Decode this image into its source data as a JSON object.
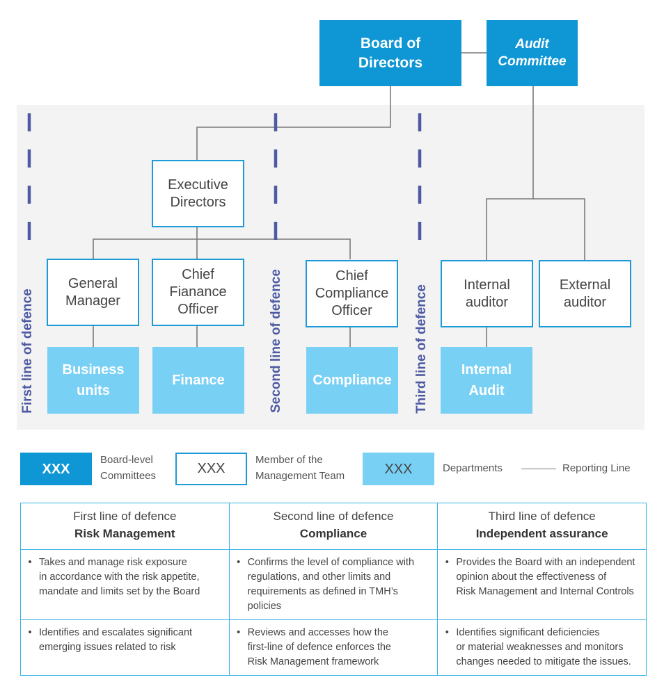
{
  "board": {
    "label": "Board of\nDirectors"
  },
  "audit_committee": {
    "label": "Audit\nCommittee"
  },
  "executive": {
    "label": "Executive\nDirectors"
  },
  "general_manager": {
    "label": "General\nManager"
  },
  "cfo": {
    "label": "Chief\nFianance\nOfficer"
  },
  "cco": {
    "label": "Chief\nCompliance\nOfficer"
  },
  "internal_auditor": {
    "label": "Internal\nauditor"
  },
  "external_auditor": {
    "label": "External\nauditor"
  },
  "departments": {
    "business_units": "Business\nunits",
    "finance": "Finance",
    "compliance": "Compliance",
    "internal_audit": "Internal\nAudit"
  },
  "lines": {
    "first": "First line of defence",
    "second": "Second line of defence",
    "third": "Third line of defence"
  },
  "legend": {
    "board_box": "XXX",
    "board_text": "Board-level\nCommittees",
    "member_box": "XXX",
    "member_text": "Member of the\nManagement Team",
    "dept_box": "XXX",
    "dept_text": "Departments",
    "line_text": "Reporting Line"
  },
  "table": {
    "columns": [
      {
        "title": "First line of defence",
        "subtitle": "Risk Management"
      },
      {
        "title": "Second line of defence",
        "subtitle": "Compliance"
      },
      {
        "title": "Third line of defence",
        "subtitle": "Independent assurance"
      }
    ],
    "rows": [
      [
        "Takes and manage risk exposure\nin accordance with the risk appetite,\nmandate and limits set by the Board",
        "Confirms the level of compliance with\nregulations, and other limits and\nrequirements as defined in TMH’s\npolicies",
        "Provides the Board with an independent\nopinion about the effectiveness of\nRisk Management and Internal Controls"
      ],
      [
        "Identifies and escalates significant\nemerging issues related to risk",
        "Reviews and accesses how the\nfirst-line of defence enforces the\nRisk Management framework",
        "Identifies significant deficiencies\nor material weaknesses and monitors\nchanges needed to mitigate the issues."
      ]
    ]
  },
  "colors": {
    "board": "#0e96d5",
    "member_border": "#1e9ad6",
    "department": "#79d0f5",
    "defence_line": "#4d5aa3",
    "connector": "#7a7a7a",
    "panel": "#f3f3f3"
  }
}
